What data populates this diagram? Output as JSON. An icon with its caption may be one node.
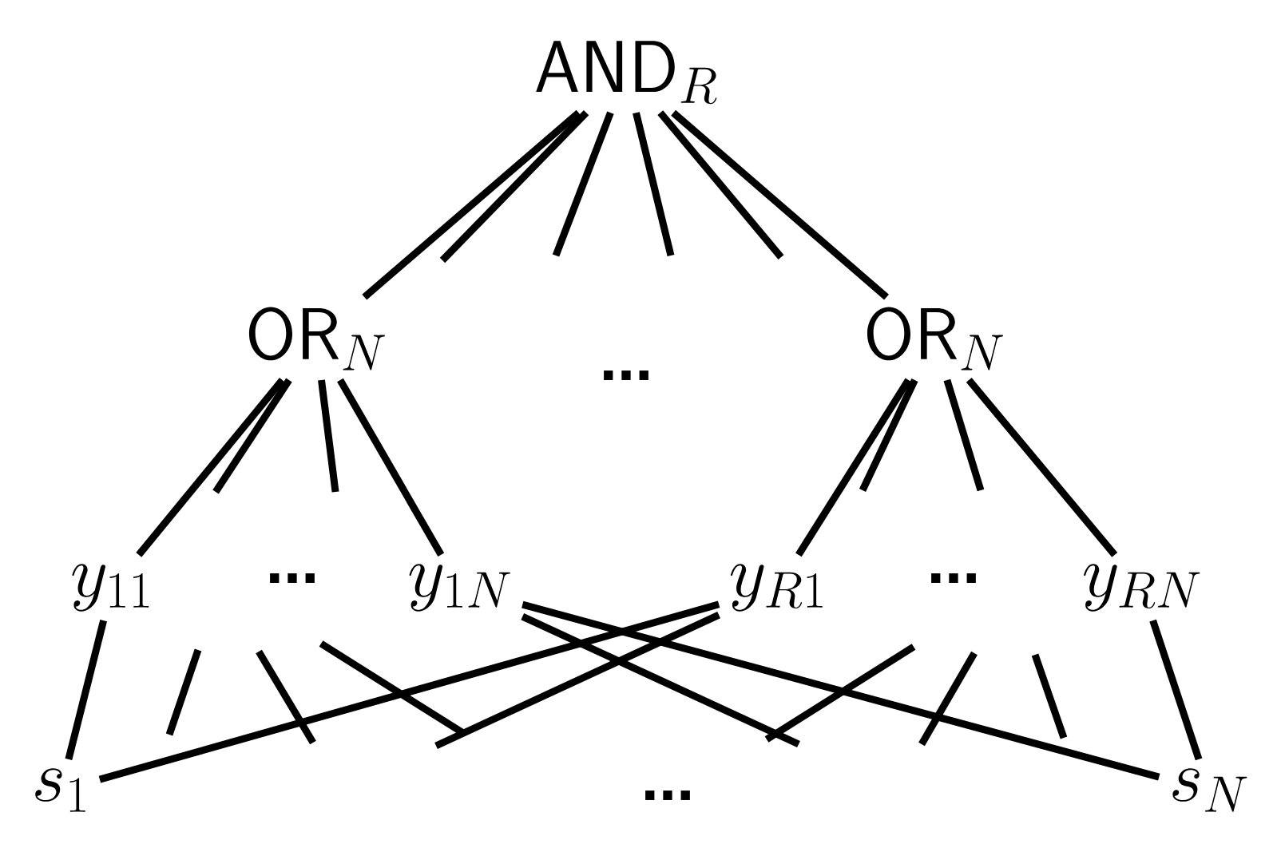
{
  "diagram": {
    "nodes": [
      {
        "text": [
          "\\mathsf{AND}_R"
        ]
      },
      {
        "text": [
          "\\mathsf{OR}_N"
        ]
      },
      {
        "text": [
          "\\mathsf{OR}_N"
        ]
      },
      {
        "text": [
          "y_{11}"
        ]
      },
      {
        "text": [
          "y_{1N}"
        ]
      },
      {
        "text": [
          "y_{R1}"
        ]
      },
      {
        "text": [
          "y_{RN}"
        ]
      },
      {
        "text": [
          "s_1"
        ]
      },
      {
        "text": [
          "s_N"
        ]
      }
    ],
    "edges": [
      {
        "from": 0,
        "to": 1,
        "arrow": "none"
      },
      {
        "from": 0,
        "to": null,
        "arrow": "none"
      },
      {
        "from": 0,
        "to": null,
        "arrow": "none"
      },
      {
        "from": 0,
        "to": null,
        "arrow": "none"
      },
      {
        "from": 0,
        "to": null,
        "arrow": "none"
      },
      {
        "from": 0,
        "to": 2,
        "arrow": "none"
      },
      {
        "from": 1,
        "to": 3,
        "arrow": "none"
      },
      {
        "from": 1,
        "to": null,
        "arrow": "none"
      },
      {
        "from": 1,
        "to": null,
        "arrow": "none"
      },
      {
        "from": 1,
        "to": 4,
        "arrow": "none"
      },
      {
        "from": 2,
        "to": 5,
        "arrow": "none"
      },
      {
        "from": 2,
        "to": null,
        "arrow": "none"
      },
      {
        "from": 2,
        "to": null,
        "arrow": "none"
      },
      {
        "from": 2,
        "to": 6,
        "arrow": "none"
      },
      {
        "from": 3,
        "to": 7,
        "arrow": "none"
      },
      {
        "from": 7,
        "to": 5,
        "arrow": "none"
      },
      {
        "from": 4,
        "to": null,
        "arrow": "none"
      },
      {
        "from": 4,
        "to": 8,
        "arrow": "none"
      },
      {
        "from": 5,
        "to": null,
        "arrow": "none"
      },
      {
        "from": 6,
        "to": 8,
        "arrow": "none"
      }
    ],
    "labels": [
      "...",
      "...",
      "...",
      "..."
    ]
  }
}
